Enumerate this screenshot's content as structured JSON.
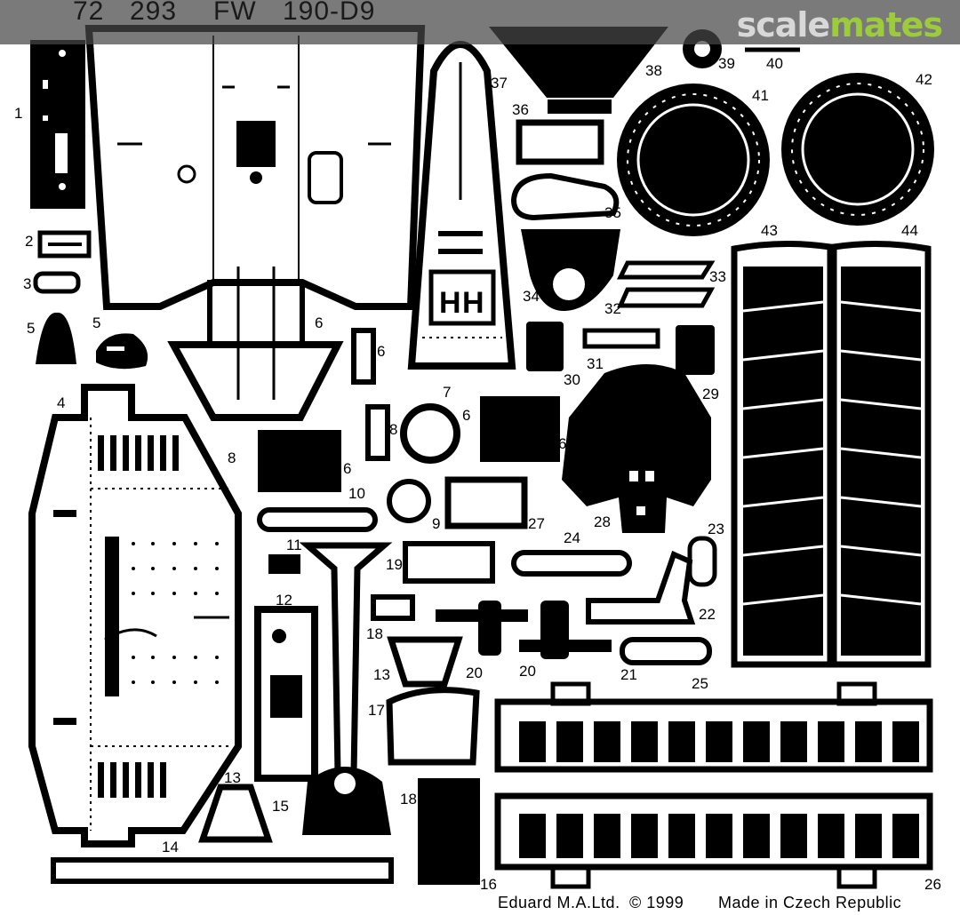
{
  "header": {
    "kit_number_a": "72",
    "kit_number_b": "293",
    "type": "FW",
    "variant": "190-D9"
  },
  "watermark": {
    "part1": "scale",
    "part2": "mates"
  },
  "part_numbers": [
    "1",
    "2",
    "3",
    "5",
    "5",
    "6",
    "4",
    "8",
    "6",
    "7",
    "6",
    "6",
    "8",
    "6",
    "10",
    "9",
    "27",
    "11",
    "12",
    "19",
    "24",
    "28",
    "23",
    "18",
    "22",
    "20",
    "20",
    "21",
    "13",
    "17",
    "13",
    "15",
    "14",
    "18",
    "16",
    "25",
    "26",
    "36",
    "37",
    "38",
    "39",
    "40",
    "41",
    "42",
    "43",
    "44",
    "35",
    "34",
    "33",
    "32",
    "31",
    "30",
    "29"
  ],
  "footer": {
    "maker": "Eduard M.A.Ltd.",
    "year": "© 1999",
    "origin": "Made in Czech Republic"
  },
  "colors": {
    "fret": "#000000",
    "sheet": "#ffffff",
    "bar": "#464646",
    "accent": "#9ccc3c"
  }
}
